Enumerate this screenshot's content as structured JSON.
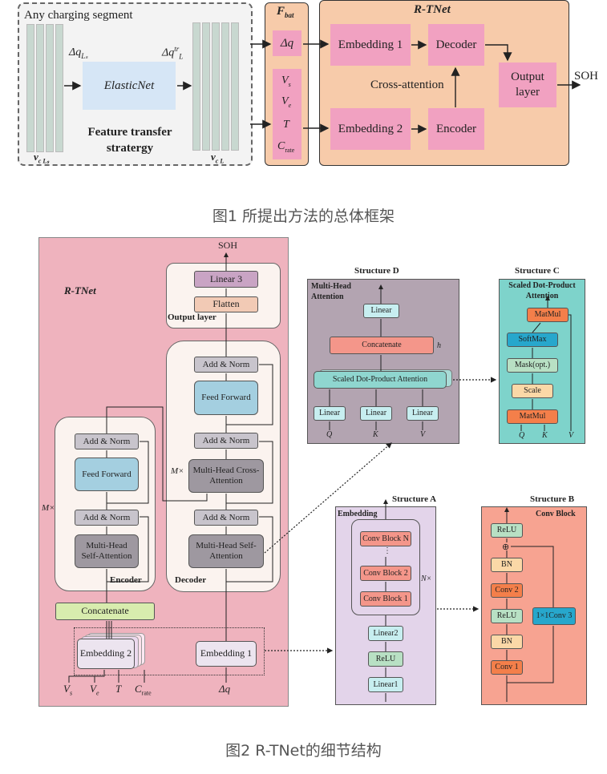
{
  "fig1": {
    "segment_title": "Any charging segment",
    "dq_L": "Δq",
    "dq_L_sub": "Lₛ",
    "dq_star_L": "Δq",
    "dq_star_sup": "tr",
    "dq_star_sub": "L",
    "elasticnet": "ElasticNet",
    "feature_transfer": "Feature transfer",
    "feature_transfer2": "stratergy",
    "vc_left": "v",
    "vc_left_sub": "c Lₛ",
    "vc_right": "v",
    "vc_right_sub": "c L",
    "fbat_title": "F",
    "fbat_sub": "bat",
    "fbat_dq": "Δq",
    "fbat_vs": "V",
    "fbat_vs_sub": "s",
    "fbat_ve": "V",
    "fbat_ve_sub": "e",
    "fbat_t": "T",
    "fbat_c": "C",
    "fbat_c_sub": "rate",
    "rtnet_title": "R-TNet",
    "embedding1": "Embedding 1",
    "embedding2": "Embedding 2",
    "decoder": "Decoder",
    "encoder": "Encoder",
    "cross_attention": "Cross-attention",
    "output_layer": "Output layer",
    "soh": "SOH",
    "caption": "图1 所提出方法的总体框架"
  },
  "fig2": {
    "rtnet_title": "R-TNet",
    "soh": "SOH",
    "linear3": "Linear 3",
    "flatten": "Flatten",
    "output_layer": "Output layer",
    "add_norm": "Add & Norm",
    "feed_forward": "Feed Forward",
    "mha_cross": "Multi-Head Cross-Attention",
    "mha_self": "Multi-Head Self-Attention",
    "m_times": "M×",
    "encoder": "Encoder",
    "decoder": "Decoder",
    "concatenate": "Concatenate",
    "embedding2": "Embedding 2",
    "embedding1": "Embedding 1",
    "in_vs": "V",
    "in_vs_sub": "s",
    "in_ve": "V",
    "in_ve_sub": "e",
    "in_t": "T",
    "in_c": "C",
    "in_c_sub": "rate",
    "in_dq": "Δq",
    "struct_d": {
      "title": "Structure D",
      "label": "Multi-Head Attention",
      "linear": "Linear",
      "concatenate": "Concatenate",
      "sdpa": "Scaled Dot-Product Attention",
      "h": "h",
      "q": "Q",
      "k": "K",
      "v": "V"
    },
    "struct_c": {
      "title": "Structure C",
      "label": "Scaled Dot-Product Attention",
      "matmul": "MatMul",
      "softmax": "SoftMax",
      "mask": "Mask(opt.)",
      "scale": "Scale",
      "q": "Q",
      "k": "K",
      "v": "V"
    },
    "struct_a": {
      "title": "Structure A",
      "label": "Embedding",
      "conv_n": "Conv Block N",
      "dots": "⋮",
      "conv_2": "Conv Block 2",
      "conv_1": "Conv Block 1",
      "n_times": "N×",
      "linear2": "Linear2",
      "relu": "ReLU",
      "linear1": "Linear1"
    },
    "struct_b": {
      "title": "Structure B",
      "label": "Conv Block",
      "relu": "ReLU",
      "bn": "BN",
      "conv2": "Conv 2",
      "conv3": "1×1Conv 3",
      "conv1": "Conv 1",
      "plus": "⊕"
    },
    "caption": "图2 R-TNet的细节结构"
  },
  "colors": {
    "pink_panel": "#efb3be",
    "peach_panel": "#f7cbaa",
    "pink_block": "#f1a1c1",
    "elastic_blue": "#d6e6f6",
    "lavender": "#c9a4c4",
    "flatten": "#f2cab5",
    "blue_block": "#a4cfe0",
    "gray_block": "#c8c4cc",
    "mha_block": "#9e98a0",
    "lime": "#d8ecae",
    "struct_d_bg": "#b3a4b1",
    "teal_bg": "#7ed3cb",
    "lav_bg": "#e3d4ea",
    "salmon_bg": "#f7a391",
    "orange": "#f47f4a",
    "cream": "#fbd8a7",
    "green": "#b8e0c4",
    "cyan": "#27a7cc",
    "concat_red": "#f4968a",
    "light_cyan": "#c7eef0",
    "sdpa_teal": "#8fd6cf"
  }
}
